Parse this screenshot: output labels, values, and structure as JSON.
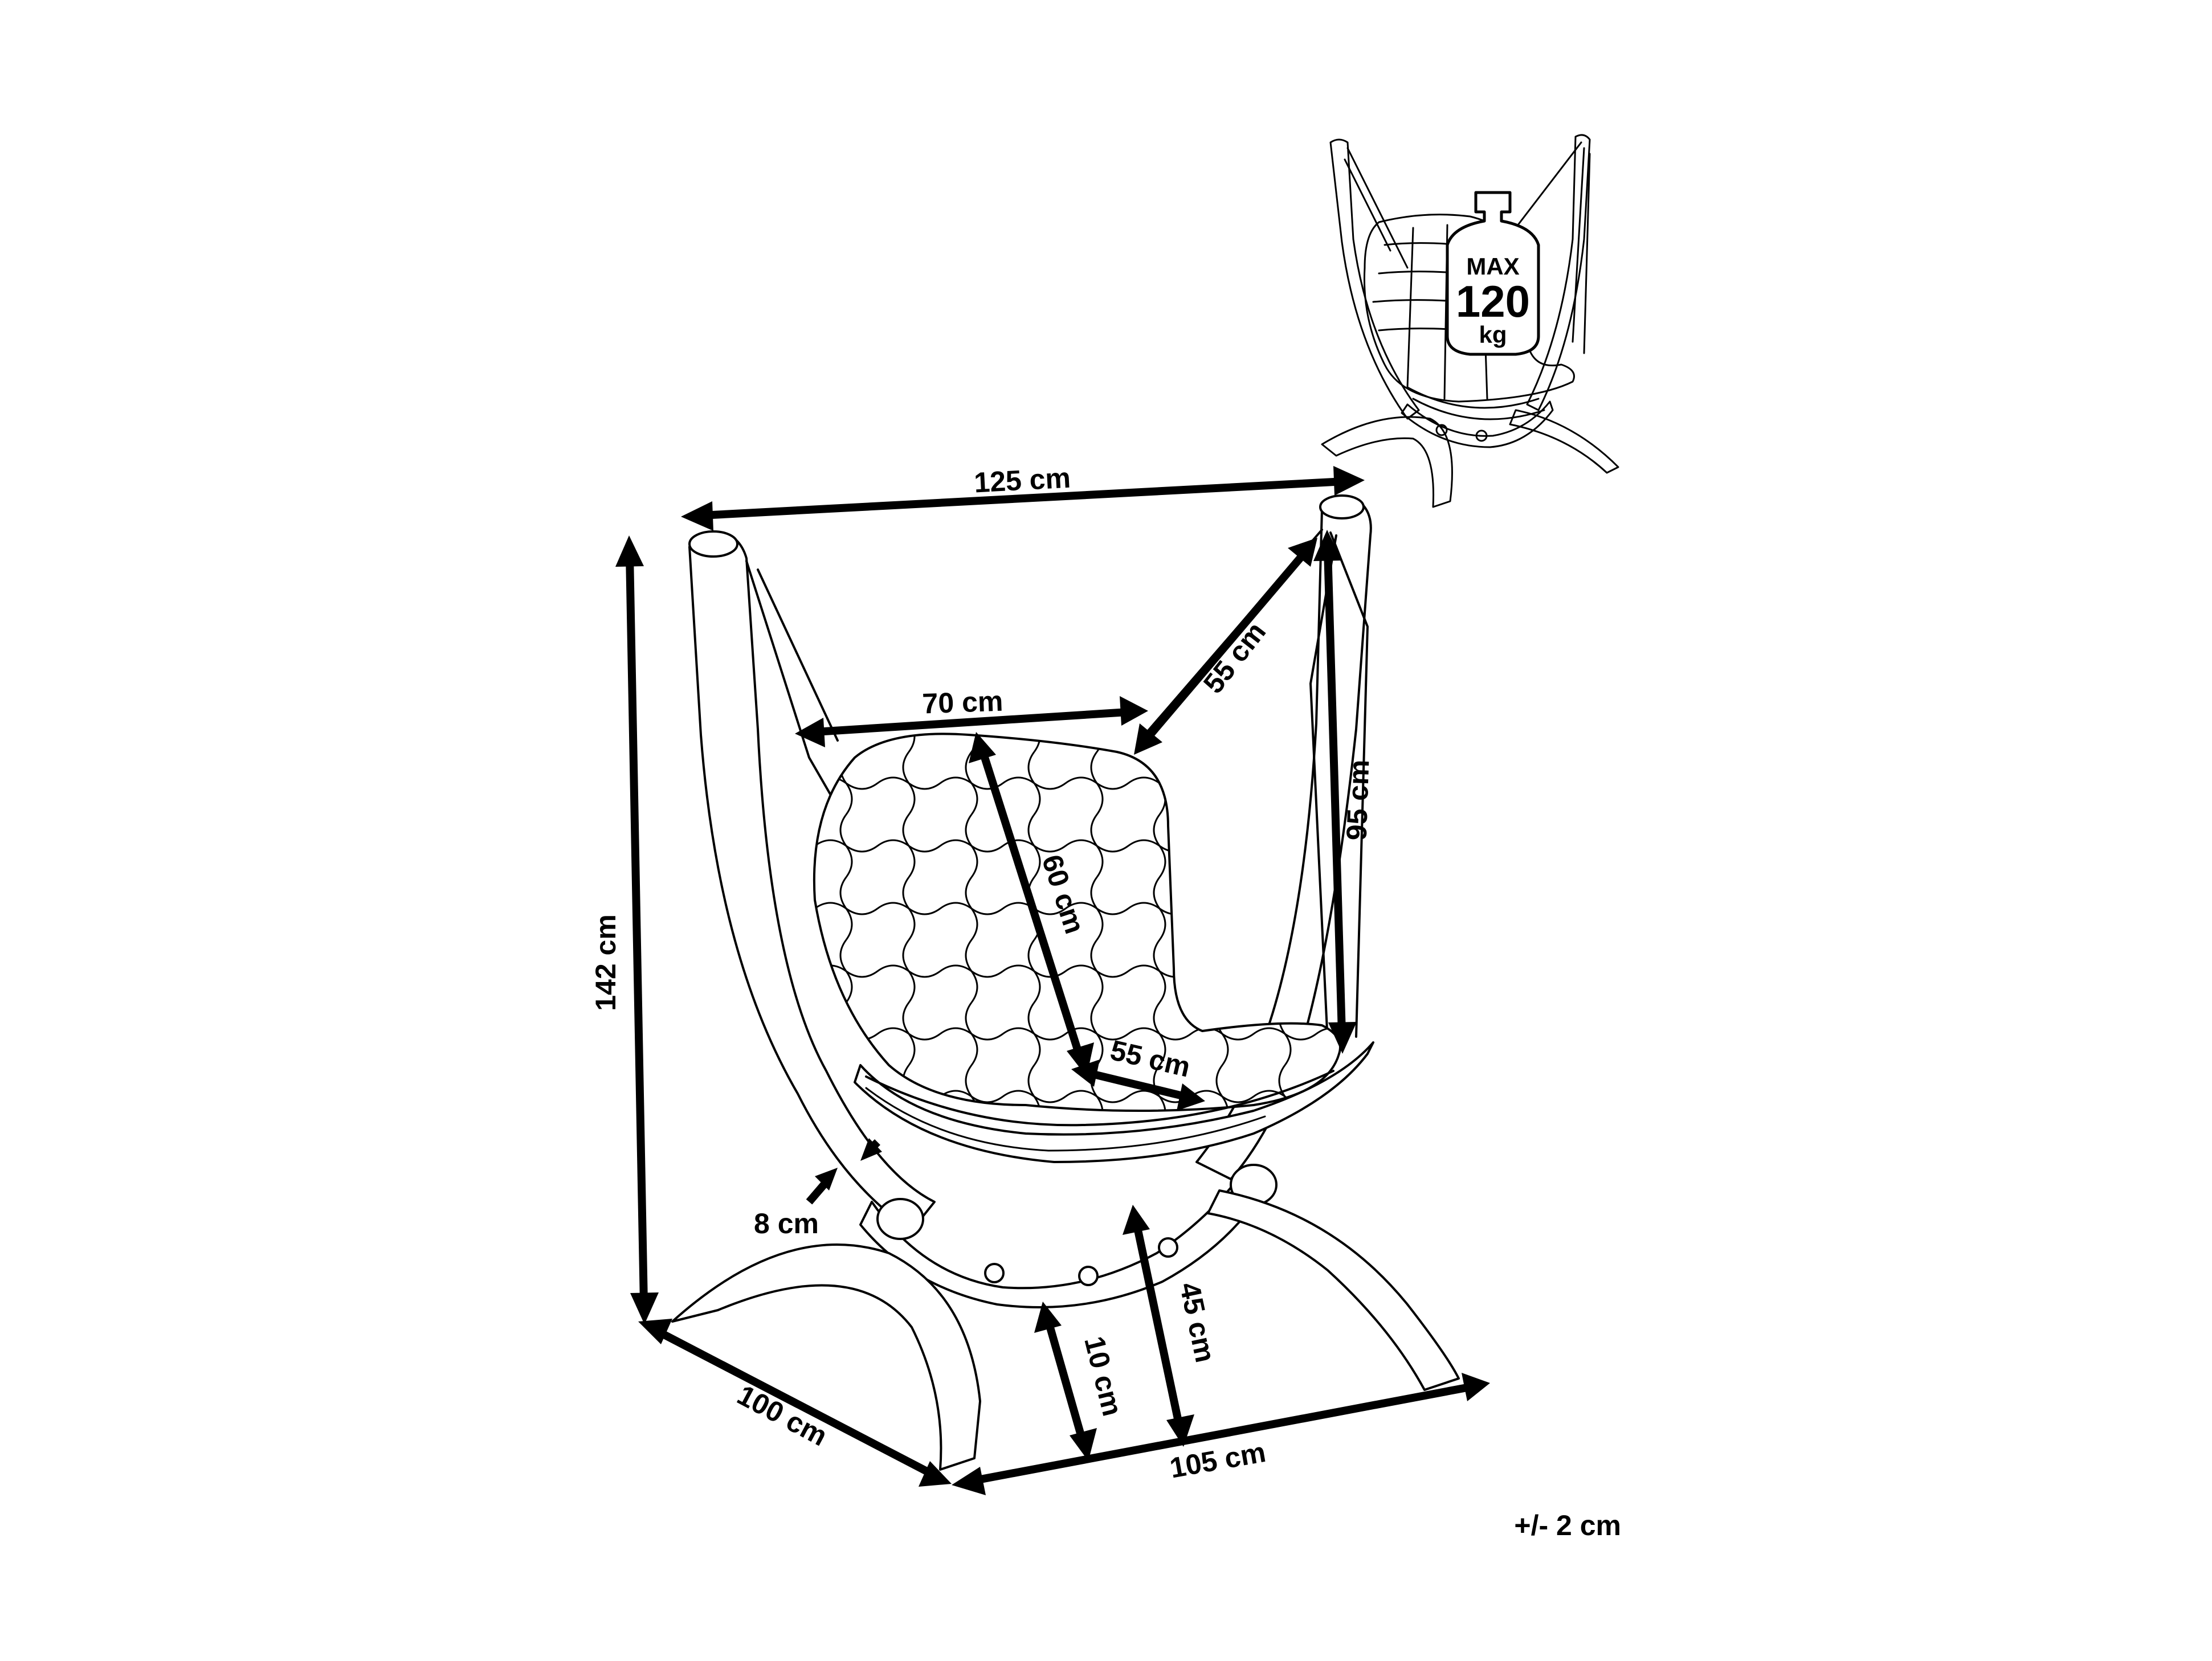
{
  "dimensions": {
    "width_top": "125 cm",
    "height_total": "142 cm",
    "depth": "100 cm",
    "width_base": "105 cm",
    "seat_width": "70 cm",
    "strap_length": "55 cm",
    "hanging_height": "95 cm",
    "backrest_height": "60 cm",
    "seat_depth": "55 cm",
    "frame_thickness": "8 cm",
    "ground_clearance": "10 cm",
    "seat_height": "45 cm"
  },
  "load": {
    "max_label": "MAX",
    "max_value": "120",
    "unit": "kg"
  },
  "tolerance": "+/- 2 cm"
}
